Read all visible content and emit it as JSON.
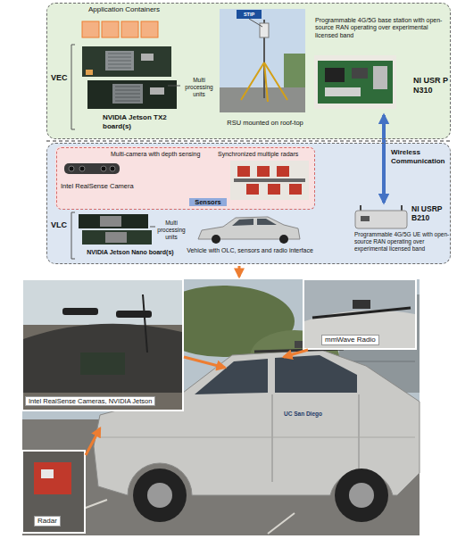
{
  "diagram": {
    "nodes": [
      {
        "text": [
          "VEC"
        ]
      },
      {
        "text": [
          "Application Containers"
        ],
        "in": 0
      },
      {
        "text": [
          "NVIDIA Jetson TX2 board(s)"
        ],
        "in": 0
      },
      {
        "text": [
          "RSU mounted on roof-top"
        ],
        "in": 0
      },
      {
        "text": [
          "Programmable 4G/5G base station with open-source RAN operating over experimental licensed band",
          "NI USR P N310"
        ],
        "in": 0
      },
      {
        "text": [
          "VLC"
        ]
      },
      {
        "text": [
          "Multi-camera with depth sensing",
          "Synchronized multiple radars",
          "Intel RealSense Camera",
          "Sensors"
        ],
        "in": 5
      },
      {
        "text": [
          "NVIDIA Jetson Nano board(s)"
        ],
        "in": 5
      },
      {
        "text": [
          "Vehicle with OLC, sensors and radio interface"
        ],
        "in": 5
      },
      {
        "text": [
          "Programmable 4G/5G UE with open-source RAN operating over experimental licensed band",
          "NI USRP B210"
        ],
        "in": 5
      }
    ],
    "edges": [
      {
        "from": 4,
        "to": 9,
        "arrow": "both",
        "label": "Wireless Communication"
      }
    ],
    "labels": [
      "Multi processing units",
      "Multi processing units",
      "STIP",
      "Intel RealSense Cameras, NVIDIA Jetson",
      "mmWave Radio",
      "Radar",
      "UC San Diego"
    ]
  }
}
